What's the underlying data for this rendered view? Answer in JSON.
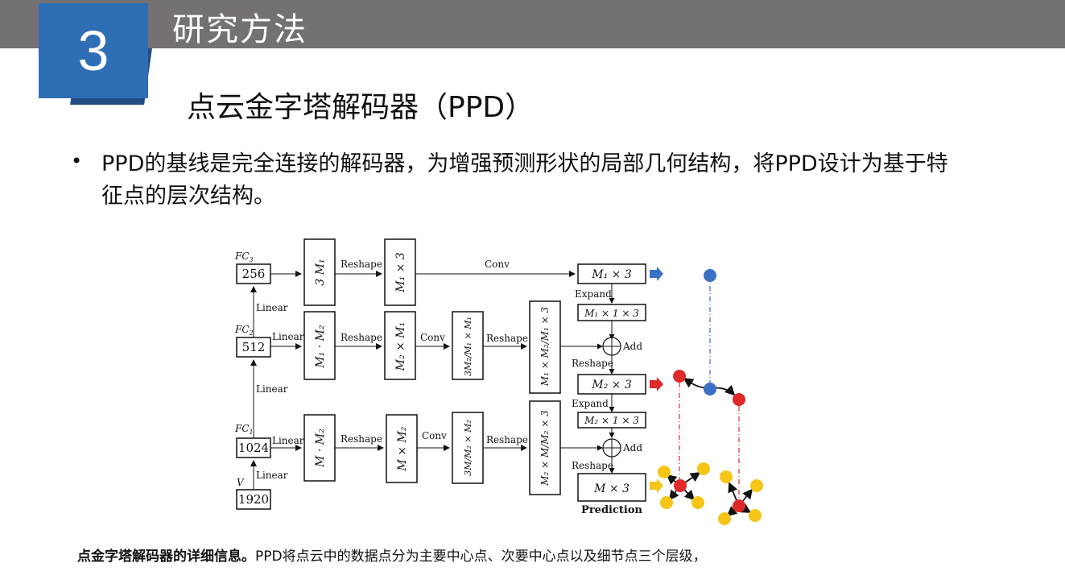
{
  "header": {
    "number": "3",
    "section_title": "研究方法",
    "slide_title": "点云金字塔解码器（PPD）"
  },
  "bullet": {
    "text": "PPD的基线是完全连接的解码器，为增强预测形状的局部几何结构，将PPD设计为基于特征点的层次结构。"
  },
  "figure": {
    "fc3_label": "FC",
    "fc3_sub": "3",
    "fc3_value": "256",
    "fc2_label": "FC",
    "fc2_sub": "2",
    "fc2_value": "512",
    "fc1_label": "FC",
    "fc1_sub": "1",
    "fc1_value": "1024",
    "v_label": "V",
    "v_value": "1920",
    "linear": "Linear",
    "reshape": "Reshape",
    "conv_lower": "Conv",
    "expand": "Expand",
    "add": "Add",
    "prediction": "Prediction",
    "colors": {
      "primary": "#3a6fc4",
      "secondary": "#e02a2a",
      "detail": "#f5c518"
    }
  },
  "caption": {
    "bold": "点金字塔解码器的详细信息。",
    "text": "PPD将点云中的数据点分为主要中心点、次要中心点以及细节点三个层级，"
  }
}
